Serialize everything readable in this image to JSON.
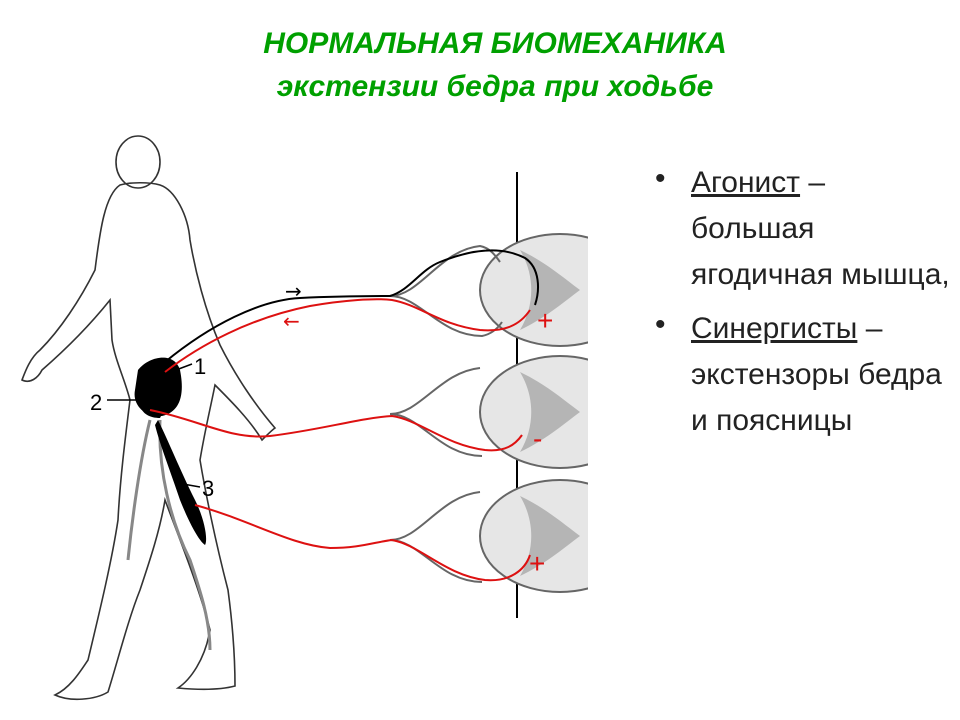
{
  "title": {
    "line1": "НОРМАЛЬНАЯ БИОМЕХАНИКА",
    "line2": "экстензии бедра при ходьбе"
  },
  "figure": {
    "labels": {
      "l1": "1",
      "l2": "2",
      "l3": "3"
    },
    "signs": {
      "top": "+",
      "middle": "-",
      "bottom": "+"
    },
    "arrows": {
      "efferent": "→",
      "afferent": "←"
    },
    "colors": {
      "nerve_red": "#dd1111",
      "nerve_black": "#000000",
      "cord_gray": "#b5b5b5",
      "muscle": "#000000"
    }
  },
  "bullets": [
    {
      "term": "Агонист",
      "sep": " – ",
      "text": "большая ягодичная мышца,"
    },
    {
      "term": "Синергисты",
      "sep": " – ",
      "text": "экстензоры бедра и поясницы"
    }
  ],
  "bullet_symbol": "•"
}
